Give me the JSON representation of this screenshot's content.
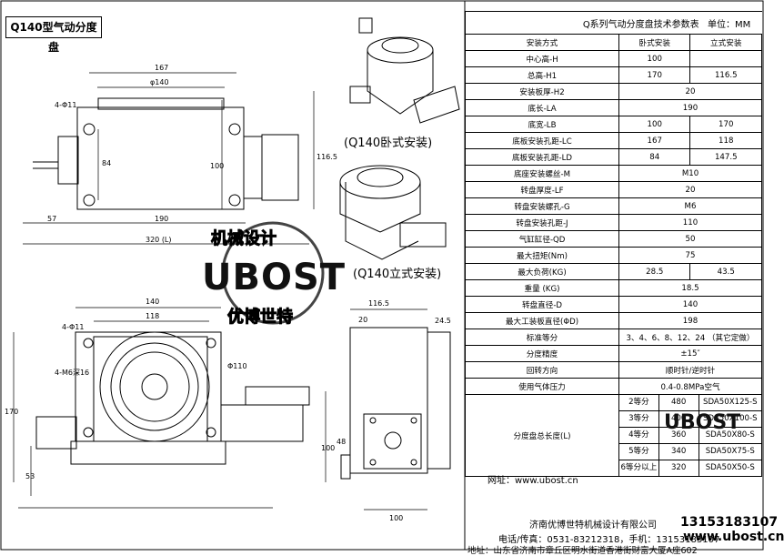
{
  "title": "Q140型气动分度盘",
  "view_labels": {
    "horizontal": "(Q140卧式安装)",
    "vertical": "(Q140立式安装)"
  },
  "watermark": {
    "brand": "UBOST",
    "top_text": "机械设计",
    "bottom_text": "优博世特"
  },
  "dimensions": {
    "d167": "167",
    "d140phi": "φ140",
    "d4phi11": "4-Φ11",
    "d84": "84",
    "d100": "100",
    "d116_5": "116.5",
    "d57": "57",
    "d190": "190",
    "d320": "320 (L)",
    "d140": "140",
    "d118": "118",
    "d4phi11b": "4-Φ11",
    "d4m6": "4-M6深16",
    "d110": "Φ110",
    "d170": "170",
    "d53": "53",
    "d116_5b": "116.5",
    "d20": "20",
    "d24_5": "24.5",
    "d48": "48",
    "d100b": "100",
    "d100c": "100"
  },
  "spec_table": {
    "title": "Q系列气动分度盘技术参数表",
    "unit": "单位：MM",
    "header": [
      "安装方式",
      "卧式安装",
      "立式安装"
    ],
    "rows": [
      [
        "中心高-H",
        "100",
        ""
      ],
      [
        "总高-H1",
        "170",
        "116.5"
      ],
      [
        "安装板厚-H2",
        "20"
      ],
      [
        "底长-LA",
        "190"
      ],
      [
        "底宽-LB",
        "100",
        "170"
      ],
      [
        "底板安装孔距-LC",
        "167",
        "118"
      ],
      [
        "底板安装孔距-LD",
        "84",
        "147.5"
      ],
      [
        "底座安装螺丝-M",
        "M10"
      ],
      [
        "转盘厚度-LF",
        "20"
      ],
      [
        "转盘安装螺孔-G",
        "M6"
      ],
      [
        "转盘安装孔距-J",
        "110"
      ],
      [
        "气缸缸径-QD",
        "50"
      ],
      [
        "最大扭矩(Nm)",
        "75"
      ],
      [
        "最大负荷(KG)",
        "28.5",
        "43.5"
      ],
      [
        "重量 (KG)",
        "18.5"
      ],
      [
        "转盘直径-D",
        "140"
      ],
      [
        "最大工装板直径(ΦD)",
        "198"
      ],
      [
        "标准等分",
        "3、4、6、8、12、24 （其它定做）"
      ],
      [
        "分度精度",
        "±15″"
      ],
      [
        "回转方向",
        "顺时针/逆时针"
      ],
      [
        "使用气体压力",
        "0.4-0.8MPa空气"
      ]
    ],
    "length_label": "分度盘总长度(L)",
    "length_rows": [
      [
        "2等分",
        "480",
        "SDA50X125-S"
      ],
      [
        "3等分",
        "400",
        "SDA50X100-S"
      ],
      [
        "4等分",
        "360",
        "SDA50X80-S"
      ],
      [
        "5等分",
        "340",
        "SDA50X75-S"
      ],
      [
        "6等分以上",
        "320",
        "SDA50X50-S"
      ]
    ]
  },
  "footer": {
    "website": "网址：www.ubost.cn",
    "company": "济南优博世特机械设计有限公司",
    "contact": "电话/传真：0531-83212318，手机：13153183107",
    "phone_big": "13153183107",
    "url_big": "www.ubost.cn",
    "address": "地址：山东省济南市章丘区明水街道香港街财富大厦A座602"
  }
}
